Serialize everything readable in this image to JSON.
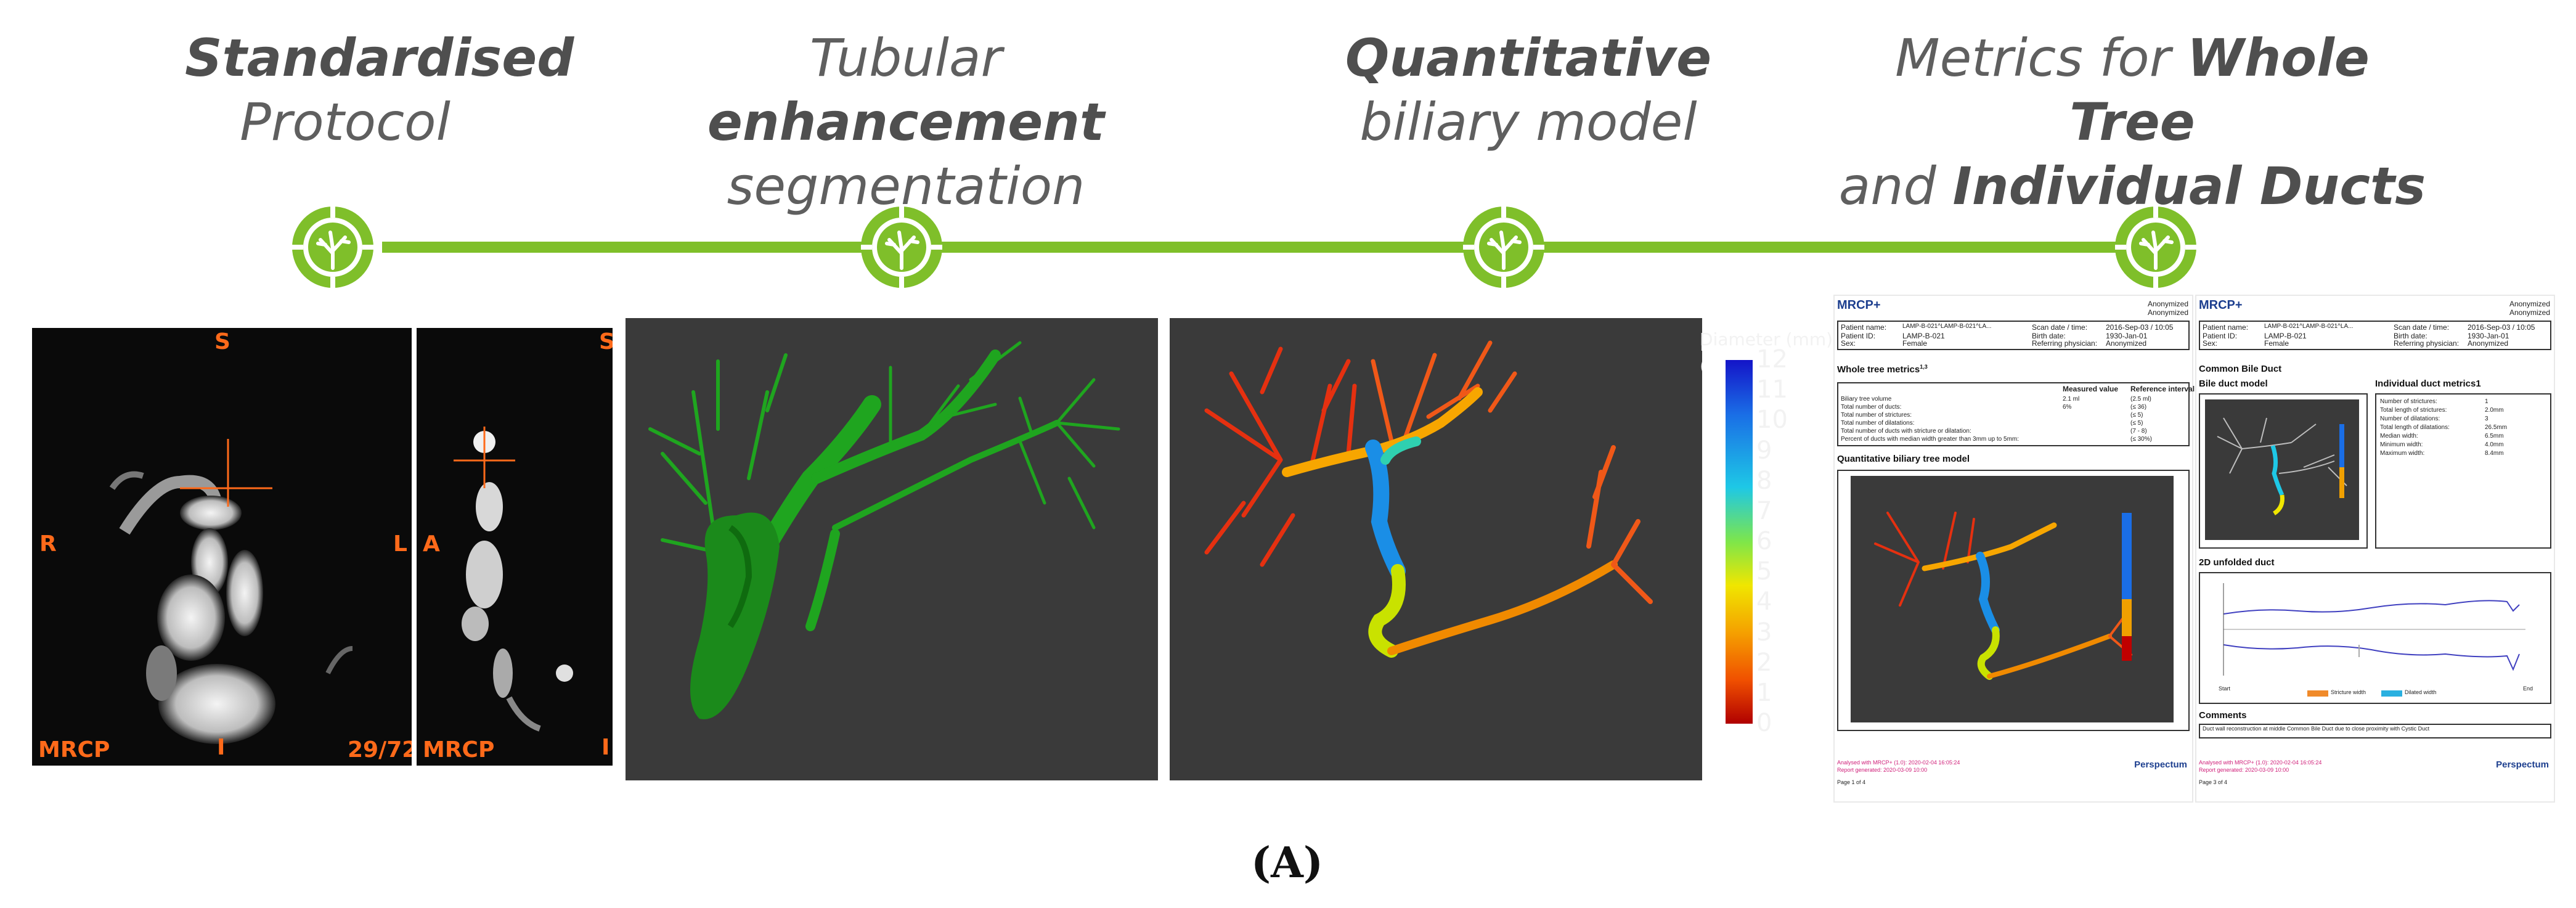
{
  "steps": [
    {
      "line1_pre": "",
      "line1_bold": "Standardised",
      "line1_post": "",
      "line2_pre": "Protocol",
      "line2_bold": "",
      "line2_post": ""
    },
    {
      "line1_pre": "Tubular ",
      "line1_bold": "enhancement",
      "line1_post": "",
      "line2_pre": "segmentation",
      "line2_bold": "",
      "line2_post": ""
    },
    {
      "line1_pre": "",
      "line1_bold": "Quantitative",
      "line1_post": "",
      "line2_pre": "biliary model",
      "line2_bold": "",
      "line2_post": ""
    },
    {
      "line1_pre": "Metrics for ",
      "line1_bold": "Whole Tree",
      "line1_post": "",
      "line2_pre": "and ",
      "line2_bold": "Individual Ducts",
      "line2_post": ""
    }
  ],
  "mrcp_left": {
    "top": "S",
    "left": "R",
    "right": "L",
    "bottom": "I",
    "brand": "MRCP",
    "slice": "29/72"
  },
  "mrcp_right": {
    "top": "S",
    "left": "A",
    "bottom": "I",
    "brand": "MRCP"
  },
  "colorbar": {
    "title": "Diameter (mm)",
    "ticks": [
      "12",
      "11",
      "10",
      "9",
      "8",
      "7",
      "6",
      "5",
      "4",
      "3",
      "2",
      "1",
      "0"
    ]
  },
  "report1": {
    "logo": "MRCP+",
    "anon1": "Anonymized",
    "anon2": "Anonymized",
    "patient_name_label": "Patient name:",
    "patient_name_val": "LAMP-B-021^LAMP-B-021^LA...",
    "patient_id_label": "Patient ID:",
    "patient_id_val": "LAMP-B-021",
    "sex_label": "Sex:",
    "sex_val": "Female",
    "scan_label": "Scan date / time:",
    "scan_val": "2016-Sep-03 / 10:05",
    "birth_label": "Birth date:",
    "birth_val": "1930-Jan-01",
    "ref_label": "Referring physician:",
    "ref_val": "Anonymized",
    "section1": "Whole tree metrics",
    "section1_sup": "1,3",
    "measured": "Measured value",
    "reference": "Reference interval",
    "rows": [
      {
        "k": "Biliary tree volume",
        "v": "2.1 ml",
        "r": "(2.5 ml)"
      },
      {
        "k": "Total number of ducts:",
        "v": "6%",
        "r": "(≤ 36)"
      },
      {
        "k": "Total number of strictures:",
        "v": "",
        "r": "(≤ 5)"
      },
      {
        "k": "Total number of dilatations:",
        "v": "",
        "r": "(≤ 5)"
      },
      {
        "k": "Total number of ducts with stricture or dilatation:",
        "v": "",
        "r": "(7 - 8)"
      },
      {
        "k": "Percent of ducts with median width greater than 3mm up to 5mm:",
        "v": "",
        "r": "(≤ 30%)"
      }
    ],
    "section2": "Quantitative biliary tree model",
    "footer_brand": "Perspectum",
    "footer_line1": "Analysed with MRCP+ (1.0): 2020-02-04 16:05:24",
    "footer_line2": "Report generated: 2020-03-09 10:00",
    "page": "Page 1 of 4"
  },
  "report2": {
    "logo": "MRCP+",
    "anon1": "Anonymized",
    "anon2": "Anonymized",
    "patient_name_label": "Patient name:",
    "patient_name_val": "LAMP-B-021^LAMP-B-021^LA...",
    "patient_id_label": "Patient ID:",
    "patient_id_val": "LAMP-B-021",
    "sex_label": "Sex:",
    "sex_val": "Female",
    "scan_label": "Scan date / time:",
    "scan_val": "2016-Sep-03 / 10:05",
    "birth_label": "Birth date:",
    "birth_val": "1930-Jan-01",
    "ref_label": "Referring physician:",
    "ref_val": "Anonymized",
    "title": "Common Bile Duct",
    "model_label": "Bile duct model",
    "metrics_label": "Individual duct metrics",
    "metrics_sup": "1",
    "metrics": [
      {
        "k": "Number of strictures:",
        "v": "1"
      },
      {
        "k": "Total length of strictures:",
        "v": "2.0mm"
      },
      {
        "k": "Number of dilatations:",
        "v": "3"
      },
      {
        "k": "Total length of dilatations:",
        "v": "26.5mm"
      },
      {
        "k": "Median width:",
        "v": "6.5mm"
      },
      {
        "k": "Minimum width:",
        "v": "4.0mm"
      },
      {
        "k": "Maximum width:",
        "v": "8.4mm"
      }
    ],
    "unfolded_label": "2D unfolded duct",
    "legend1": "Stricture width",
    "legend2": "Dilated width",
    "start": "Start",
    "end": "End",
    "comments_label": "Comments",
    "comment": "Duct wall reconstruction at middle Common Bile Duct due to close proximity with Cystic Duct",
    "footer_brand": "Perspectum",
    "footer_line1": "Analysed with MRCP+ (1.0): 2020-02-04 16:05:24",
    "footer_line2": "Report generated: 2020-03-09 10:00",
    "page": "Page 3 of 4"
  },
  "figure_label": "(A)",
  "colors": {
    "timeline": "#7fbf2a",
    "node_ring": "#7fbf2a",
    "mrcp_overlay": "#ff6a1a",
    "panel_bg": "#3a3a3a",
    "segmentation": "#1e8f1e"
  },
  "icons": {
    "node": "biliary-tree-icon"
  }
}
